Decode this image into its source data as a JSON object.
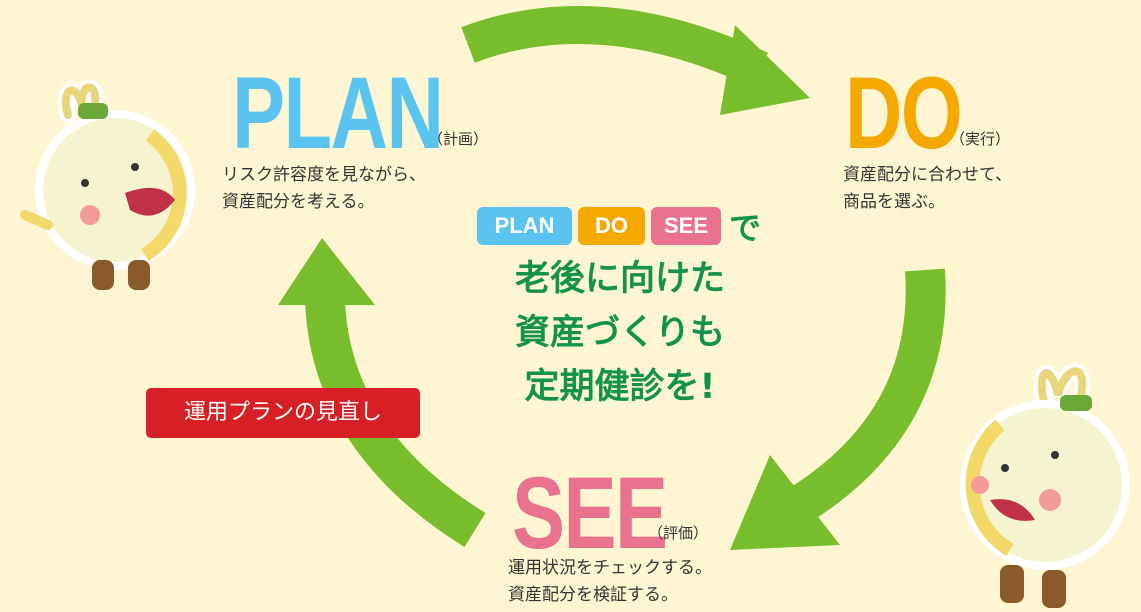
{
  "plan": {
    "title": "PLAN",
    "sub": "（計画）",
    "desc1": "リスク許容度を見ながら、",
    "desc2": "資産配分を考える。"
  },
  "do": {
    "title": "DO",
    "sub": "（実行）",
    "desc1": "資産配分に合わせて、",
    "desc2": "商品を選ぶ。"
  },
  "see": {
    "title": "SEE",
    "sub": "（評価）",
    "desc1": "運用状況をチェックする。",
    "desc2": "資産配分を検証する。"
  },
  "review_label": "運用プランの見直し",
  "center": {
    "pills": [
      "PLAN",
      "DO",
      "SEE"
    ],
    "de": "で",
    "line1": "老後に向けた",
    "line2": "資産づくりも",
    "line3": "定期健診を!"
  },
  "colors": {
    "plan": "#5bc3ef",
    "do": "#f4a800",
    "see": "#e9728f",
    "arrow": "#78bd2c",
    "review": "#d71f26",
    "center_text": "#12924a"
  }
}
